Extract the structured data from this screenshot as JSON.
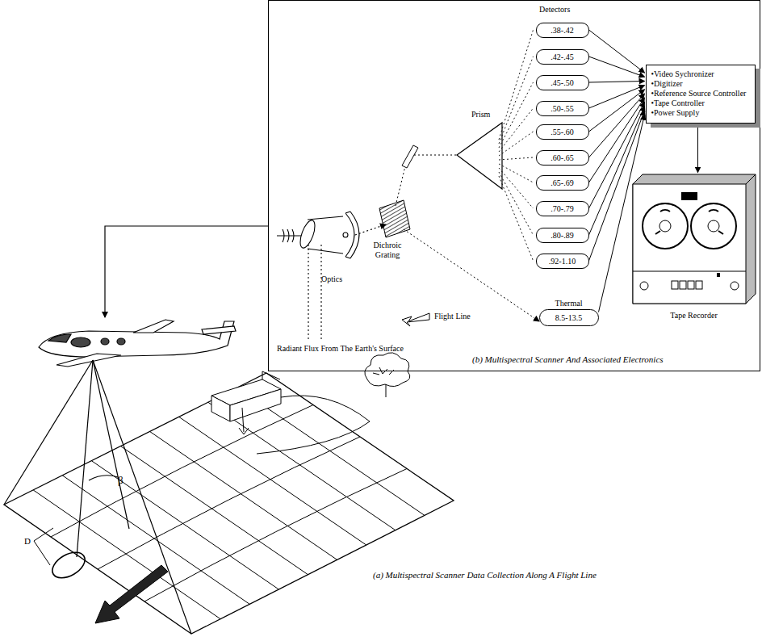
{
  "diagram": {
    "nodes": [
      {
        "text": [
          "(b) Multispectral Scanner And Associated Electronics"
        ]
      },
      {
        "text": [
          ".38-.42"
        ],
        "in": 0
      },
      {
        "text": [
          ".42-.45"
        ],
        "in": 0
      },
      {
        "text": [
          ".45-.50"
        ],
        "in": 0
      },
      {
        "text": [
          ".50-.55"
        ],
        "in": 0
      },
      {
        "text": [
          ".55-.60"
        ],
        "in": 0
      },
      {
        "text": [
          ".60-.65"
        ],
        "in": 0
      },
      {
        "text": [
          ".65-.69"
        ],
        "in": 0
      },
      {
        "text": [
          ".70-.79"
        ],
        "in": 0
      },
      {
        "text": [
          ".80-.89"
        ],
        "in": 0
      },
      {
        "text": [
          ".92-1.10"
        ],
        "in": 0
      },
      {
        "text": [
          "Thermal",
          "8.5-13.5"
        ],
        "in": 0
      },
      {
        "text": [
          "•Video Sychronizer",
          "•Digitizer",
          "•Reference Source Controller",
          "•Tape Controller",
          "•Power Supply"
        ],
        "in": 0
      },
      {
        "text": [
          "Tape Recorder"
        ],
        "in": 0
      }
    ],
    "edges": [
      {
        "from": 1,
        "to": 12,
        "arrow": "to"
      },
      {
        "from": 2,
        "to": 12,
        "arrow": "to"
      },
      {
        "from": 3,
        "to": 12,
        "arrow": "to"
      },
      {
        "from": 4,
        "to": 12,
        "arrow": "to"
      },
      {
        "from": 5,
        "to": 12,
        "arrow": "to"
      },
      {
        "from": 6,
        "to": 12,
        "arrow": "to"
      },
      {
        "from": 7,
        "to": 12,
        "arrow": "to"
      },
      {
        "from": 8,
        "to": 12,
        "arrow": "to"
      },
      {
        "from": 9,
        "to": 12,
        "arrow": "to"
      },
      {
        "from": 10,
        "to": 12,
        "arrow": "to"
      },
      {
        "from": 11,
        "to": 12,
        "arrow": "to"
      },
      {
        "from": 12,
        "to": 13,
        "arrow": "to"
      }
    ],
    "labels": [
      "Detectors",
      "Prism",
      "Dichroic Grating",
      "Optics",
      "Radiant Flux From The Earth's Surface",
      "Flight Line",
      "β",
      "D",
      "(a) Multispectral Scanner Data Collection Along A Flight Line"
    ]
  }
}
